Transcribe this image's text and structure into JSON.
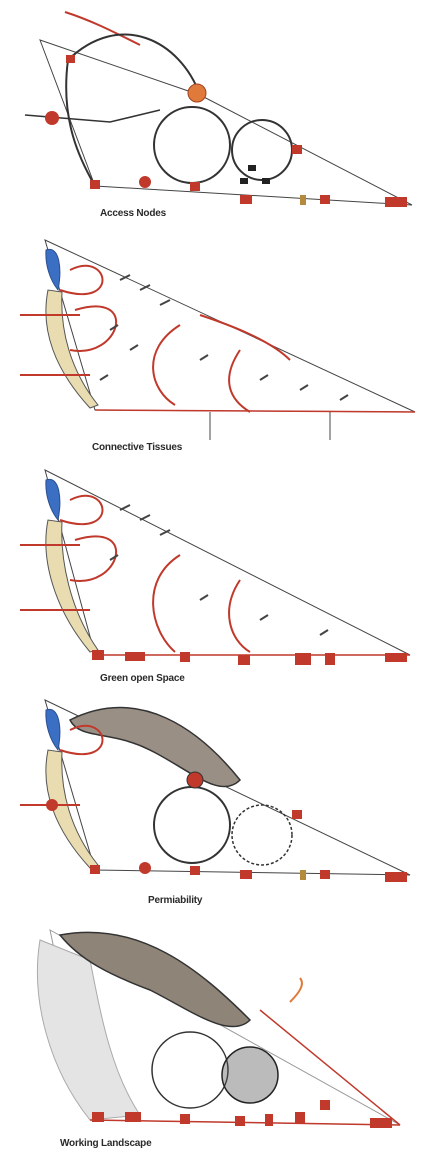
{
  "panels": [
    {
      "caption": "Access Nodes"
    },
    {
      "caption": "Connective Tissues"
    },
    {
      "caption": "Green open Space"
    },
    {
      "caption": "Permiability"
    },
    {
      "caption": "Working Landscape"
    }
  ],
  "colors": {
    "ink": "#2b2b2b",
    "red": "#c0392b",
    "water_blue": "#3b6fc4",
    "sand": "#e8dcb0",
    "orange": "#e07a3a",
    "hatch": "#555555"
  }
}
